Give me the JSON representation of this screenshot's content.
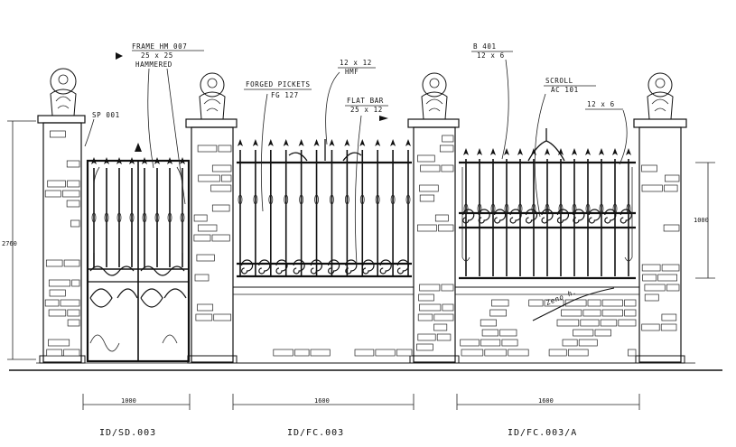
{
  "labels": {
    "frame": [
      "FRAME HM 007",
      "25 x 25",
      "HAMMERED"
    ],
    "sp": "SP 001",
    "pickets": [
      "FORGED PICKETS",
      "FG 127"
    ],
    "hmf": [
      "12 x 12",
      "HMF"
    ],
    "flatbar": [
      "FLAT BAR",
      "25 x 12"
    ],
    "b401": [
      "B 401",
      "12 x 6"
    ],
    "scroll": [
      "SCROLL",
      "AC 101"
    ],
    "bar12x6": "12 x 6",
    "height_left": "2760",
    "height_right": "1000",
    "signature": "Zeno h."
  },
  "dimensions": {
    "gate_width": "1000",
    "fence_width": "1600",
    "fence2_width": "1600"
  },
  "codes": {
    "gate": "ID/SD.003",
    "fence": "ID/FC.003",
    "fence2": "ID/FC.003/A"
  }
}
